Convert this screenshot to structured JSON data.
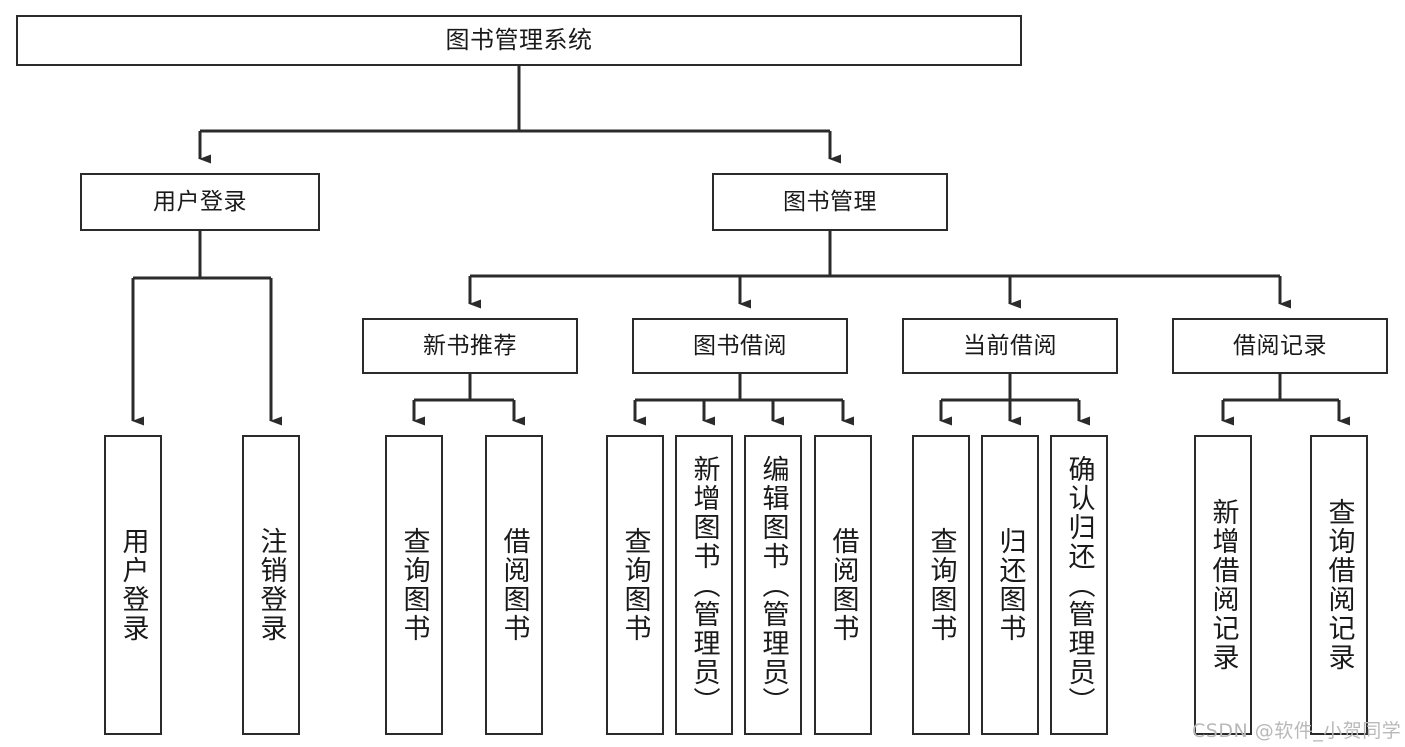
{
  "diagram": {
    "title": "图书管理系统",
    "type": "tree-hierarchy-chart",
    "colors": {
      "box_border": "#2b2b2b",
      "box_fill": "#ffffff",
      "edge": "#2b2b2b",
      "text": "#1a1a1a",
      "watermark": "#b9b9b9",
      "background": "#ffffff"
    }
  },
  "nodes": {
    "root": {
      "label": "图书管理系统"
    },
    "level2": [
      {
        "label": "用户登录"
      },
      {
        "label": "图书管理"
      }
    ],
    "level3": [
      {
        "label": "新书推荐"
      },
      {
        "label": "图书借阅"
      },
      {
        "label": "当前借阅"
      },
      {
        "label": "借阅记录"
      }
    ],
    "leaves": {
      "user_login": [
        {
          "label": "用户登录"
        },
        {
          "label": "注销登录"
        }
      ],
      "new_book_recommend": [
        {
          "label": "查询图书"
        },
        {
          "label": "借阅图书"
        }
      ],
      "book_borrow": [
        {
          "label": "查询图书"
        },
        {
          "label": "新增图书（管理员）"
        },
        {
          "label": "编辑图书（管理员）"
        },
        {
          "label": "借阅图书"
        }
      ],
      "current_borrow": [
        {
          "label": "查询图书"
        },
        {
          "label": "归还图书"
        },
        {
          "label": "确认归还（管理员）"
        }
      ],
      "borrow_record": [
        {
          "label": "新增借阅记录"
        },
        {
          "label": "查询借阅记录"
        }
      ]
    }
  },
  "watermark": {
    "text": "CSDN @软件_小贺同学"
  }
}
